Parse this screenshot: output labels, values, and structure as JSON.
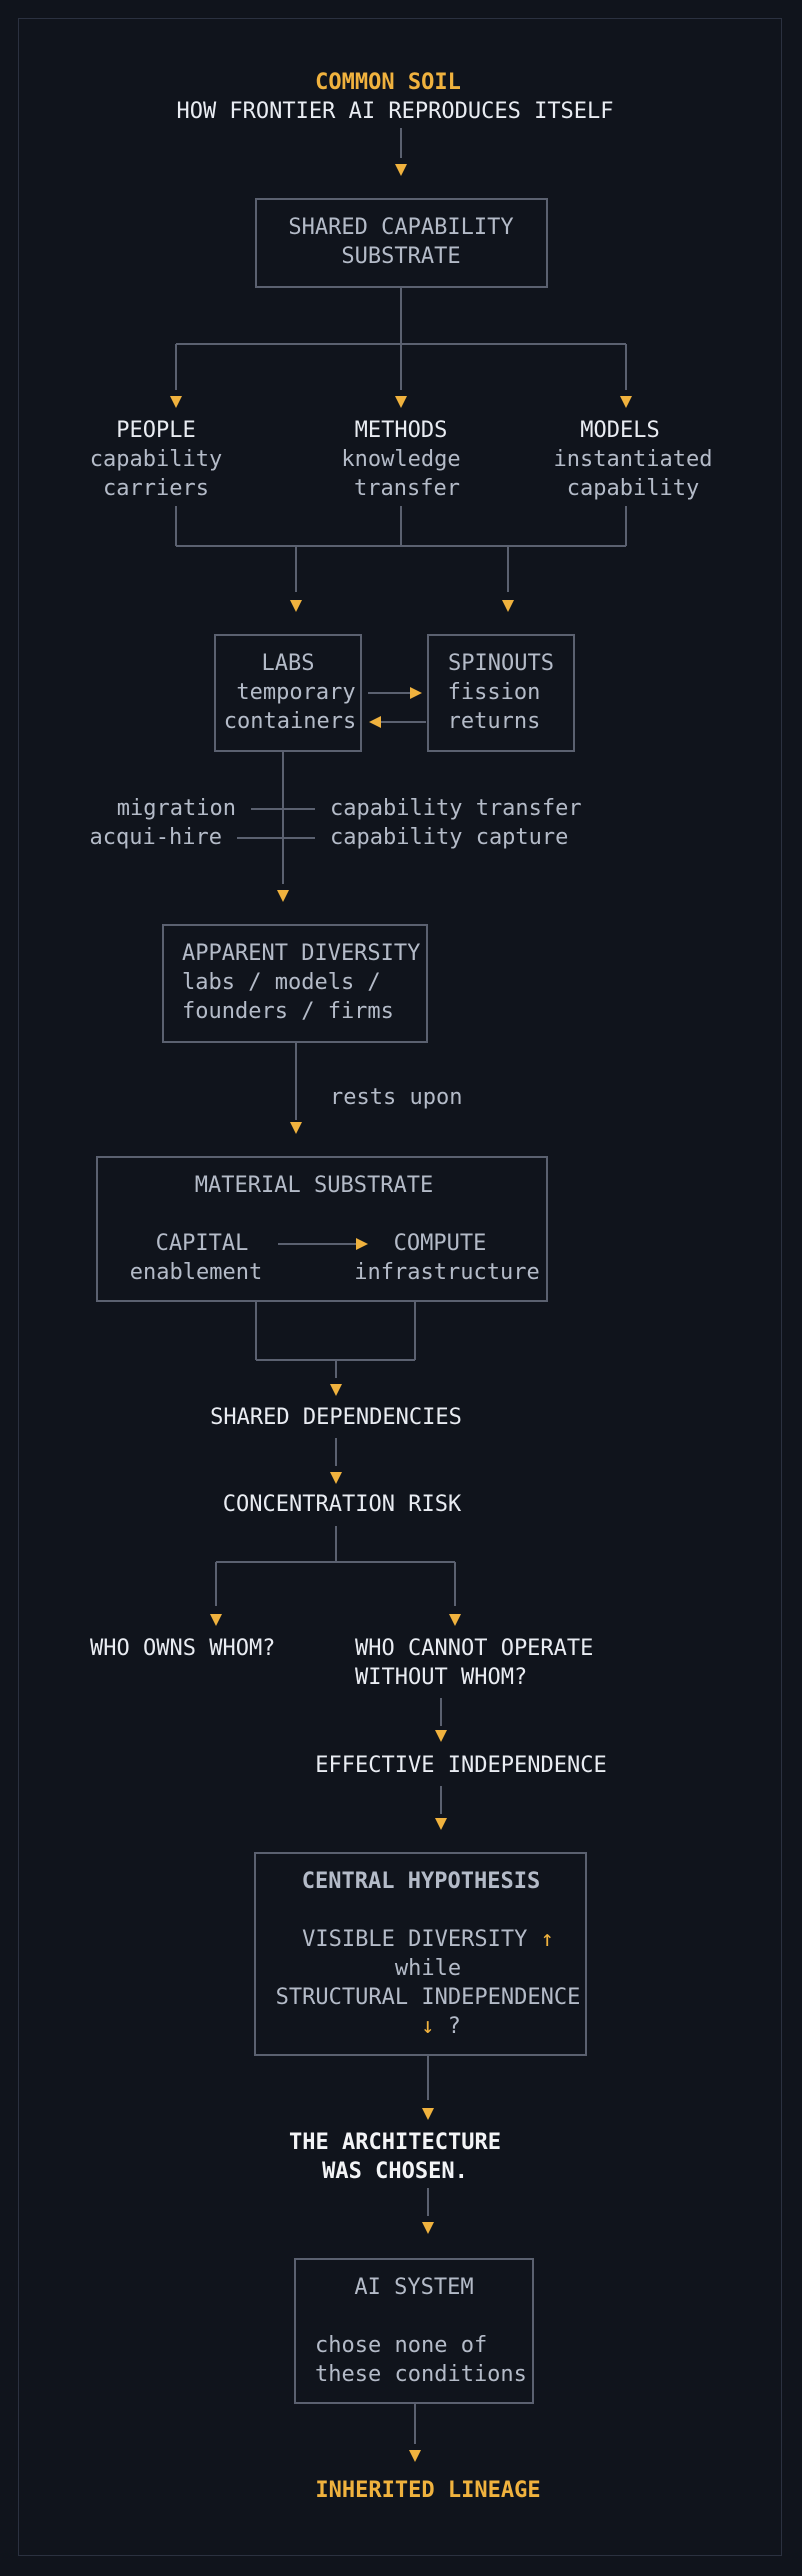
{
  "header": {
    "title": "COMMON SOIL",
    "subtitle": "HOW FRONTIER AI REPRODUCES ITSELF"
  },
  "substrate": {
    "line1": "SHARED CAPABILITY",
    "line2": "SUBSTRATE"
  },
  "pillars": [
    {
      "title": "PEOPLE",
      "line1": "capability",
      "line2": "carriers"
    },
    {
      "title": "METHODS",
      "line1": "knowledge",
      "line2": "transfer"
    },
    {
      "title": "MODELS",
      "line1": "instantiated",
      "line2": "capability"
    }
  ],
  "labs": {
    "title": "LABS",
    "line1": "temporary",
    "line2": "containers"
  },
  "spinouts": {
    "title": "SPINOUTS",
    "line1": "fission",
    "line2": "returns"
  },
  "flows": {
    "migration": "migration",
    "capability_transfer": "capability transfer",
    "acquihire": "acqui-hire",
    "capability_capture": "capability capture"
  },
  "diversity": {
    "title": "APPARENT DIVERSITY",
    "line1": "labs / models /",
    "line2": "founders / firms"
  },
  "rests_upon": "rests upon",
  "material": {
    "title": "MATERIAL SUBSTRATE",
    "capital": "CAPITAL",
    "capital_sub": "enablement",
    "compute": "COMPUTE",
    "compute_sub": "infrastructure"
  },
  "shared_dependencies": "SHARED DEPENDENCIES",
  "concentration_risk": "CONCENTRATION RISK",
  "questions": {
    "q1": "WHO OWNS WHOM?",
    "q2_line1": "WHO CANNOT OPERATE",
    "q2_line2": "WITHOUT WHOM?"
  },
  "effective_independence": "EFFECTIVE INDEPENDENCE",
  "hypothesis": {
    "title": "CENTRAL HYPOTHESIS",
    "line1": "VISIBLE DIVERSITY",
    "up": "↑",
    "line2": "while",
    "line3": "STRUCTURAL INDEPENDENCE",
    "down": "↓",
    "q": "?"
  },
  "architecture": {
    "line1": "THE ARCHITECTURE",
    "line2": "WAS CHOSEN."
  },
  "ai_system": {
    "title": "AI SYSTEM",
    "line1": "chose none of",
    "line2": "these conditions"
  },
  "footer": "INHERITED LINEAGE",
  "colors": {
    "background": "#10141c",
    "accent": "#f0b23e",
    "line": "#5b6170",
    "text": "#b4bbc8",
    "heading": "#e9ecf2"
  }
}
